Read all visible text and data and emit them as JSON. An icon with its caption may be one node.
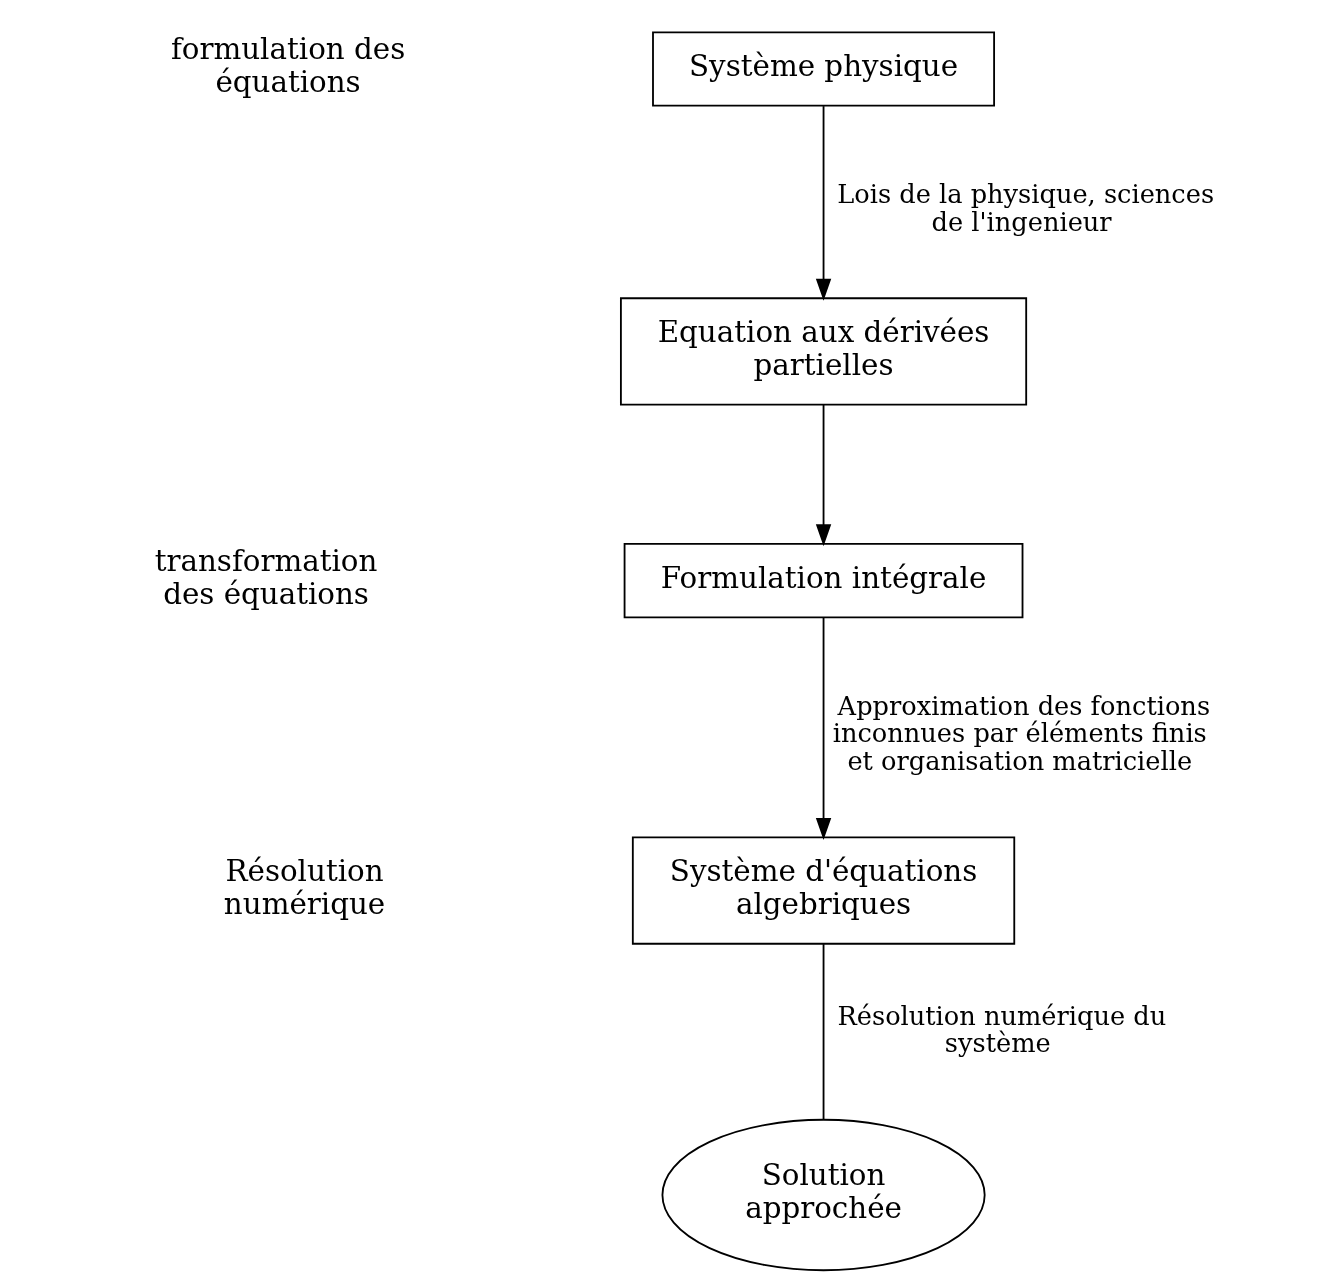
{
  "diagram": {
    "nodes": [
      {
        "text": [
          "Système physique"
        ]
      },
      {
        "text": [
          "Equation aux dérivées partielles"
        ]
      },
      {
        "text": [
          "Formulation intégrale"
        ]
      },
      {
        "text": [
          "Système d'équations algebriques"
        ]
      },
      {
        "text": [
          "Solution approchée"
        ]
      }
    ],
    "edges": [
      {
        "from": 0,
        "to": 1,
        "arrow": "to",
        "label": "Lois de la physique, sciences de l'ingenieur"
      },
      {
        "from": 1,
        "to": 2,
        "arrow": "to"
      },
      {
        "from": 2,
        "to": 3,
        "arrow": "to",
        "label": "Approximation des fonctions inconnues par éléments finis et organisation matricielle"
      },
      {
        "from": 3,
        "to": 4,
        "arrow": "none",
        "label": "Résolution numérique du système"
      }
    ],
    "labels": [
      "formulation des équations",
      "transformation des équations",
      "Résolution numérique"
    ]
  }
}
